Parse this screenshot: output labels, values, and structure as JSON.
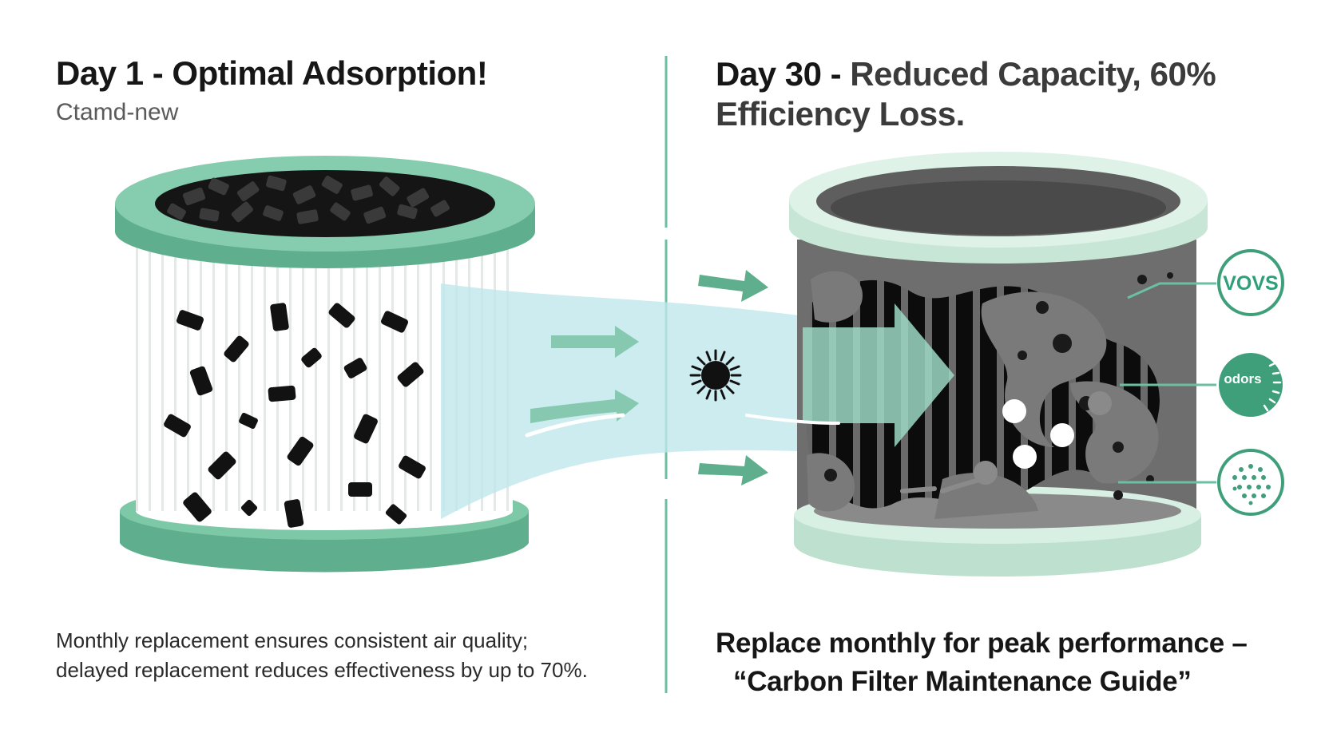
{
  "left_panel": {
    "title": "Day 1 - Optimal Adsorption!",
    "subtitle": "Ctamd-new",
    "note_line1": "Monthly replacement ensures consistent air quality;",
    "note_line2": "delayed replacement reduces effectiveness by up to 70%."
  },
  "right_panel": {
    "title_prefix": "Day 30 - ",
    "title_rest": "Reduced Capacity, 60% Efficiency Loss.",
    "note_line1": "Replace monthly for peak performance –",
    "note_line2": "“Carbon Filter Maintenance Guide”"
  },
  "badges": {
    "vocs": "VOVS",
    "odors": "odors"
  },
  "icons": {
    "particle": "spiky-particle-icon",
    "dots_badge": "particulate-dots-icon"
  },
  "colors": {
    "accent": "#6cc09c",
    "accent_dark": "#3f9f7a",
    "flow": "#bde6ea",
    "divider": "#6cbfa0",
    "dirty": "#6e6e6e"
  }
}
